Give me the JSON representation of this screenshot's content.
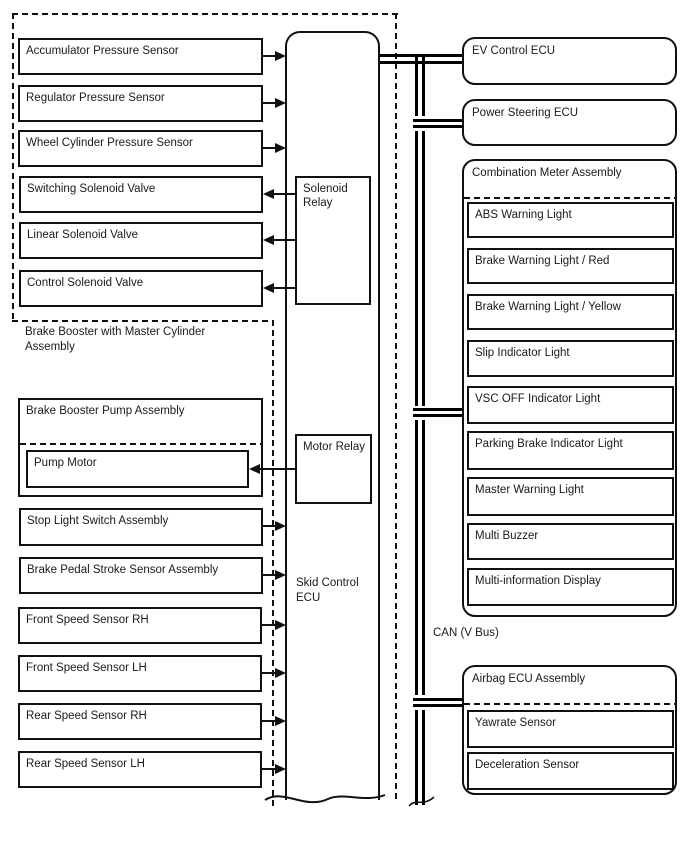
{
  "colors": {
    "line": "#111111",
    "background": "#ffffff"
  },
  "brake_booster_group": {
    "label": "Brake Booster with Master Cylinder Assembly"
  },
  "left_boxes": [
    "Accumulator Pressure Sensor",
    "Regulator Pressure Sensor",
    "Wheel Cylinder Pressure Sensor",
    "Switching Solenoid Valve",
    "Linear Solenoid Valve",
    "Control Solenoid Valve"
  ],
  "pump_assembly": {
    "label": "Brake Booster Pump Assembly",
    "pump_motor": "Pump Motor"
  },
  "lower_left_boxes": [
    "Stop Light Switch Assembly",
    "Brake Pedal Stroke Sensor Assembly",
    "Front Speed Sensor RH",
    "Front Speed Sensor LH",
    "Rear Speed Sensor RH",
    "Rear Speed Sensor LH"
  ],
  "ecu": {
    "label": "Skid Control ECU",
    "solenoid_relay": "Solenoid Relay",
    "motor_relay": "Motor Relay"
  },
  "bus": {
    "label": "CAN (V Bus)"
  },
  "right": {
    "ev_ecu": "EV Control ECU",
    "power_steering_ecu": "Power Steering ECU",
    "combination_meter": {
      "title": "Combination Meter Assembly",
      "lights": [
        "ABS Warning Light",
        "Brake Warning Light / Red",
        "Brake Warning Light / Yellow",
        "Slip Indicator Light",
        "VSC OFF Indicator Light",
        "Parking Brake Indicator Light",
        "Master Warning Light",
        "Multi Buzzer",
        "Multi-information Display"
      ]
    },
    "airbag": {
      "title": "Airbag ECU Assembly",
      "sensors": [
        "Yawrate Sensor",
        "Deceleration Sensor"
      ]
    }
  }
}
